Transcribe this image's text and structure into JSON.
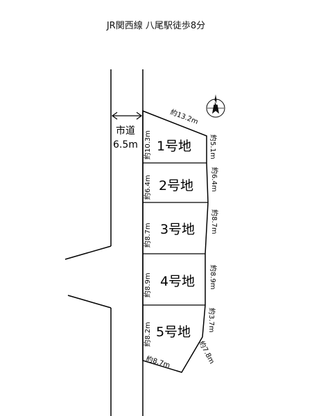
{
  "header": {
    "station": "JR関西線",
    "walk": "八尾駅徒歩8分"
  },
  "road": {
    "name": "市道",
    "width": "6.5m"
  },
  "lots": [
    {
      "label": "1号地"
    },
    {
      "label": "2号地"
    },
    {
      "label": "3号地"
    },
    {
      "label": "4号地"
    },
    {
      "label": "5号地"
    }
  ],
  "dimensions": {
    "top": "約13.2m",
    "right_1": "約5.1m",
    "right_2": "約6.4m",
    "right_3": "約8.7m",
    "right_4": "約8.9m",
    "right_5a": "約3.7m",
    "right_5b": "約7.8m",
    "bottom": "約8.7m",
    "left_1": "約10.3m",
    "left_2": "約6.4m",
    "left_3": "約8.7m",
    "left_4": "約8.9m",
    "left_5": "約8.2m"
  },
  "compass": {
    "north_label": "N",
    "icon": "north-arrow-icon"
  },
  "colors": {
    "line": "#000000",
    "compass_fill": "#111111"
  }
}
